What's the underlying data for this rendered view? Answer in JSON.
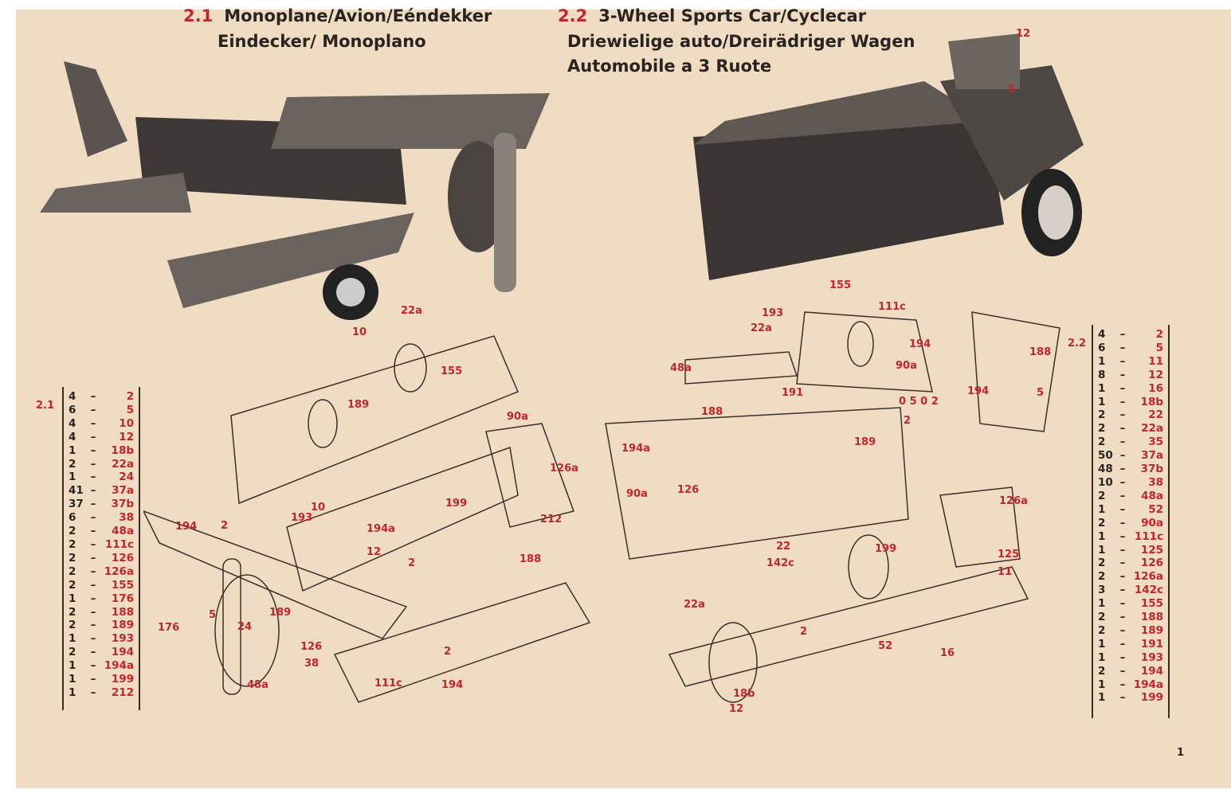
{
  "model_1": {
    "number": "2.1",
    "title_line1": "Monoplane/Avion/Eéndekker",
    "title_line2": "Eindecker/ Monoplano",
    "parts": [
      [
        "4",
        "2"
      ],
      [
        "6",
        "5"
      ],
      [
        "4",
        "10"
      ],
      [
        "4",
        "12"
      ],
      [
        "1",
        "18b"
      ],
      [
        "2",
        "22a"
      ],
      [
        "1",
        "24"
      ],
      [
        "41",
        "37a"
      ],
      [
        "37",
        "37b"
      ],
      [
        "6",
        "38"
      ],
      [
        "2",
        "48a"
      ],
      [
        "2",
        "111c"
      ],
      [
        "2",
        "126"
      ],
      [
        "2",
        "126a"
      ],
      [
        "2",
        "155"
      ],
      [
        "1",
        "176"
      ],
      [
        "2",
        "188"
      ],
      [
        "2",
        "189"
      ],
      [
        "1",
        "193"
      ],
      [
        "2",
        "194"
      ],
      [
        "1",
        "194a"
      ],
      [
        "1",
        "199"
      ],
      [
        "1",
        "212"
      ]
    ],
    "callouts": [
      "10",
      "22a",
      "155",
      "189",
      "90a",
      "126a",
      "212",
      "199",
      "193",
      "10",
      "194a",
      "194",
      "2",
      "12",
      "2",
      "188",
      "189",
      "5",
      "24",
      "176",
      "126",
      "38",
      "2",
      "111c",
      "194",
      "48a"
    ]
  },
  "model_2": {
    "number": "2.2",
    "title_line1": "3-Wheel Sports Car/Cyclecar",
    "title_line2": "Driewielige auto/Dreirädriger Wagen",
    "title_line3": "Automobile a 3 Ruote",
    "parts": [
      [
        "4",
        "2"
      ],
      [
        "6",
        "5"
      ],
      [
        "1",
        "11"
      ],
      [
        "8",
        "12"
      ],
      [
        "1",
        "16"
      ],
      [
        "1",
        "18b"
      ],
      [
        "2",
        "22"
      ],
      [
        "2",
        "22a"
      ],
      [
        "2",
        "35"
      ],
      [
        "50",
        "37a"
      ],
      [
        "48",
        "37b"
      ],
      [
        "10",
        "38"
      ],
      [
        "2",
        "48a"
      ],
      [
        "1",
        "52"
      ],
      [
        "2",
        "90a"
      ],
      [
        "1",
        "111c"
      ],
      [
        "1",
        "125"
      ],
      [
        "2",
        "126"
      ],
      [
        "2",
        "126a"
      ],
      [
        "3",
        "142c"
      ],
      [
        "1",
        "155"
      ],
      [
        "2",
        "188"
      ],
      [
        "2",
        "189"
      ],
      [
        "1",
        "191"
      ],
      [
        "1",
        "193"
      ],
      [
        "2",
        "194"
      ],
      [
        "1",
        "194a"
      ],
      [
        "1",
        "199"
      ]
    ],
    "photo_callouts": [
      "12",
      "5"
    ],
    "callouts": [
      "155",
      "193",
      "111c",
      "22a",
      "194",
      "188",
      "48a",
      "90a",
      "191",
      "194",
      "5",
      "0 5 0 2",
      "2",
      "188",
      "189",
      "194a",
      "90a",
      "126",
      "126a",
      "22",
      "199",
      "125",
      "142c",
      "11",
      "22a",
      "2",
      "52",
      "16",
      "18b",
      "12"
    ]
  },
  "page_number": "1",
  "dash": "–"
}
